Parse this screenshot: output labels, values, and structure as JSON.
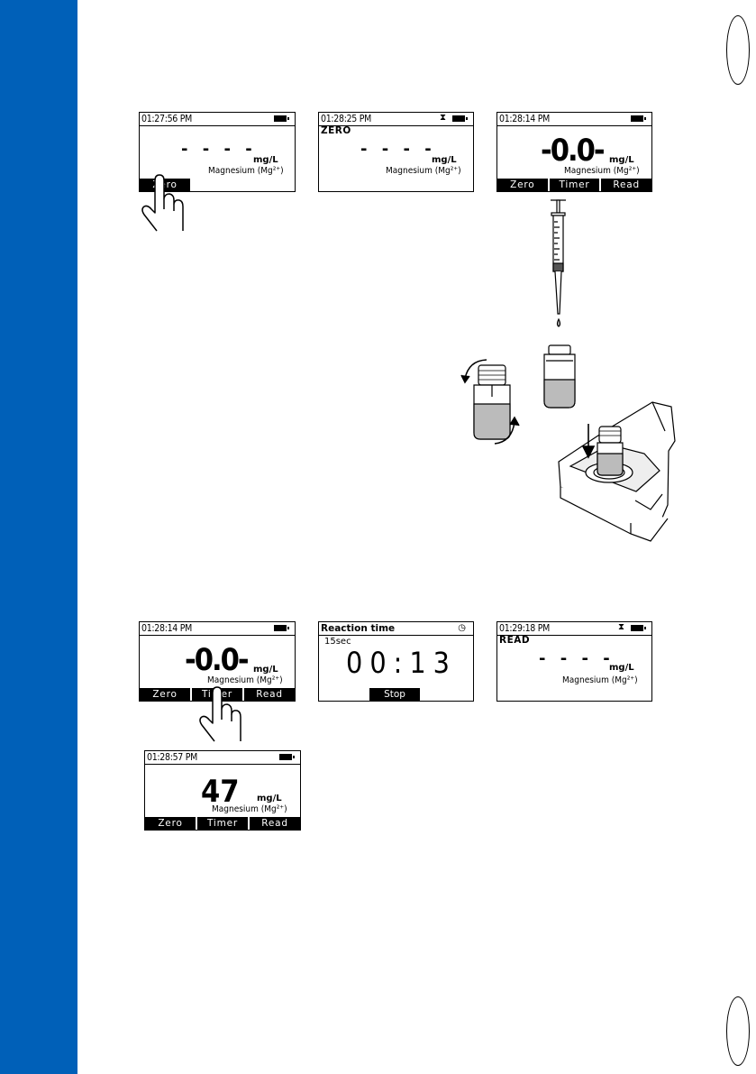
{
  "screens": {
    "s1": {
      "time": "01:27:56 PM",
      "dashes": "- - - -",
      "unit": "mg/L",
      "parameter": "Magnesium (Mg²⁺)",
      "softkeys": [
        "Zero"
      ]
    },
    "s2": {
      "time": "01:28:25 PM",
      "mode": "ZERO",
      "dashes": "- - - -",
      "unit": "mg/L",
      "parameter": "Magnesium (Mg²⁺)"
    },
    "s3": {
      "time": "01:28:14 PM",
      "value": "-0.0-",
      "unit": "mg/L",
      "parameter": "Magnesium (Mg²⁺)",
      "softkeys": [
        "Zero",
        "Timer",
        "Read"
      ]
    },
    "s4": {
      "time": "01:28:14 PM",
      "value": "-0.0-",
      "unit": "mg/L",
      "parameter": "Magnesium (Mg²⁺)",
      "softkeys": [
        "Zero",
        "Timer",
        "Read"
      ]
    },
    "s5": {
      "title": "Reaction time",
      "seconds_label": "15sec",
      "countdown": "00:13",
      "softkey": "Stop"
    },
    "s6": {
      "time": "01:29:18 PM",
      "mode": "READ",
      "dashes": "- - - -",
      "unit": "mg/L",
      "parameter": "Magnesium (Mg²⁺)"
    },
    "s7": {
      "time": "01:28:57 PM",
      "value": "47",
      "unit": "mg/L",
      "parameter": "Magnesium (Mg²⁺)",
      "softkeys": [
        "Zero",
        "Timer",
        "Read"
      ]
    }
  },
  "icons": {
    "battery": "battery-icon",
    "hourglass": "hourglass-icon",
    "stopwatch": "stopwatch-icon",
    "hand": "hand-pointer-icon",
    "syringe": "syringe-icon",
    "vial": "vial-icon",
    "meter": "meter-cuvette-holder-icon"
  },
  "colors": {
    "sidebar": "#0060b8"
  }
}
